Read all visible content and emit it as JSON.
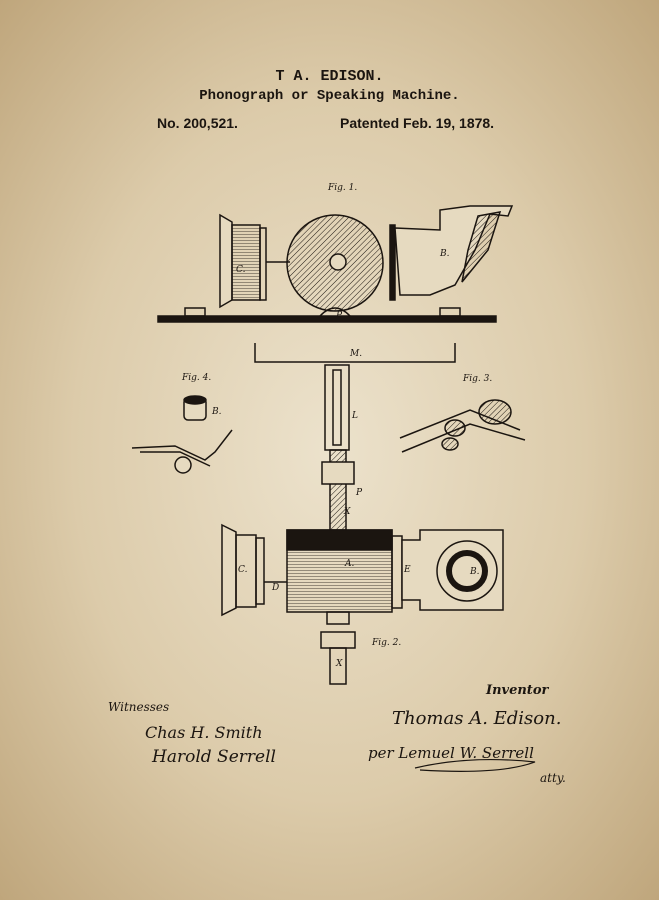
{
  "header": {
    "inventor_name": "T A. EDISON.",
    "title": "Phonograph or Speaking Machine.",
    "patent_number": "No. 200,521.",
    "patent_date": "Patented Feb. 19, 1878."
  },
  "figures": {
    "fig1": "Fig. 1.",
    "fig2": "Fig. 2.",
    "fig3": "Fig. 3.",
    "fig4": "Fig. 4."
  },
  "part_labels": {
    "A": "A.",
    "B": "B.",
    "C": "C.",
    "M": "M.",
    "P": "P",
    "D": "D",
    "E": "E",
    "X": "X",
    "L": "L",
    "a": "a"
  },
  "signatures": {
    "witnesses_label": "Witnesses",
    "witness1": "Chas H. Smith",
    "witness2": "Harold Serrell",
    "inventor_label": "Inventor",
    "inventor": "Thomas A. Edison.",
    "attorney": "per Lemuel W. Serrell",
    "attorney_suffix": "atty."
  }
}
